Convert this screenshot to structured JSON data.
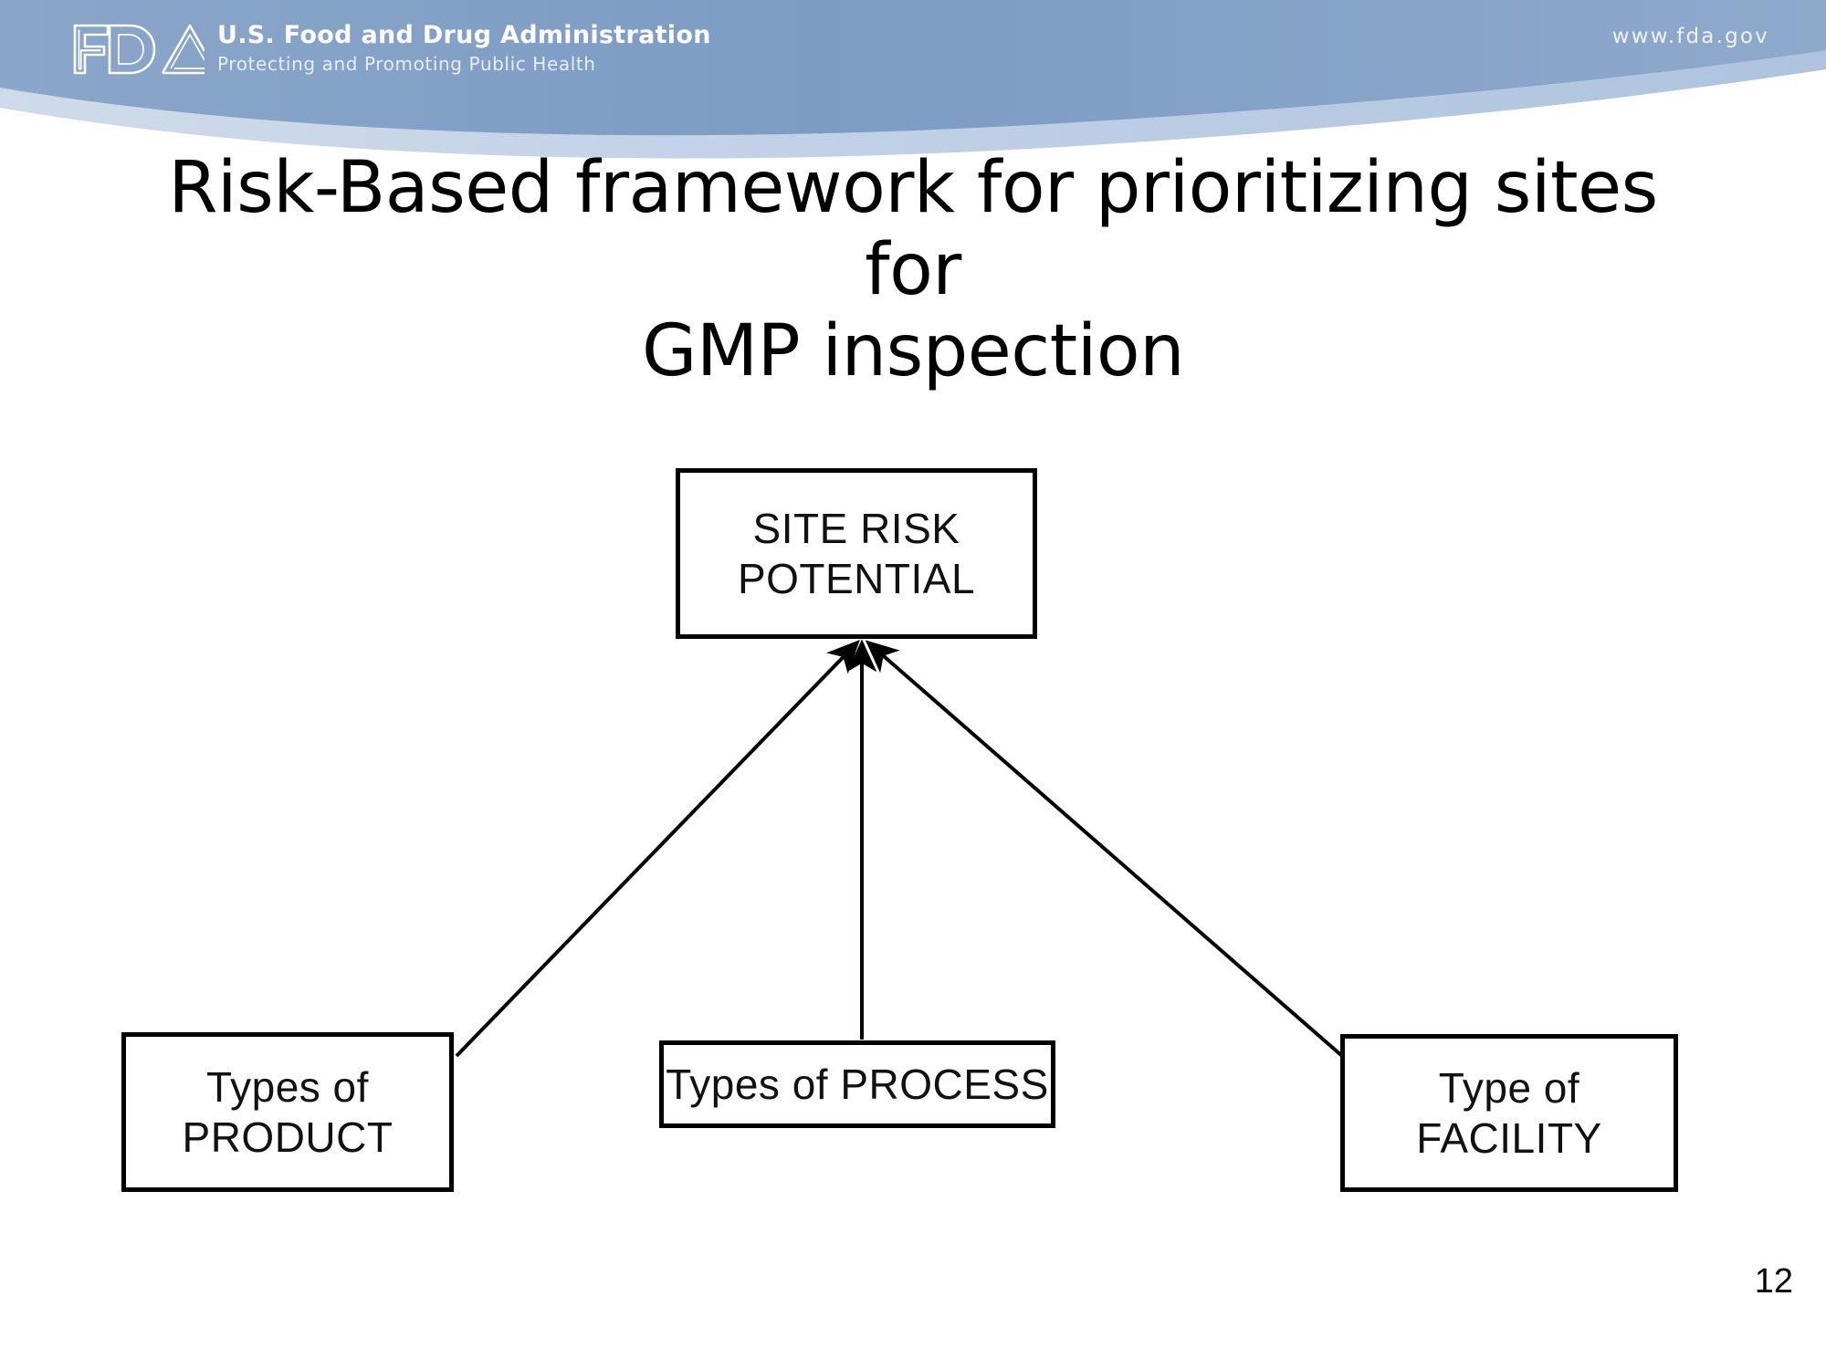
{
  "header": {
    "agency_name": "U.S. Food and Drug Administration",
    "tagline": "Protecting and Promoting Public Health",
    "url": "www.fda.gov",
    "logo_text": "FDA",
    "band_color": "#7d9cc4",
    "band_color_light": "#c3d2e6",
    "text_color": "#ffffff"
  },
  "title": {
    "line1": "Risk-Based framework for prioritizing sites for",
    "line2": "GMP inspection"
  },
  "diagram": {
    "type": "flowchart",
    "nodes": [
      {
        "id": "site-risk",
        "label": "SITE RISK\nPOTENTIAL"
      },
      {
        "id": "product",
        "label": "Types of\nPRODUCT"
      },
      {
        "id": "process",
        "label": "Types of PROCESS"
      },
      {
        "id": "facility",
        "label": "Type of\nFACILITY"
      }
    ],
    "edges": [
      {
        "from": "product",
        "to": "site-risk",
        "arrow": "to"
      },
      {
        "from": "process",
        "to": "site-risk",
        "arrow": "to"
      },
      {
        "from": "facility",
        "to": "site-risk",
        "arrow": "to"
      }
    ],
    "line_color": "#000000",
    "box_border_color": "#000000"
  },
  "footer": {
    "page_number": "12"
  }
}
